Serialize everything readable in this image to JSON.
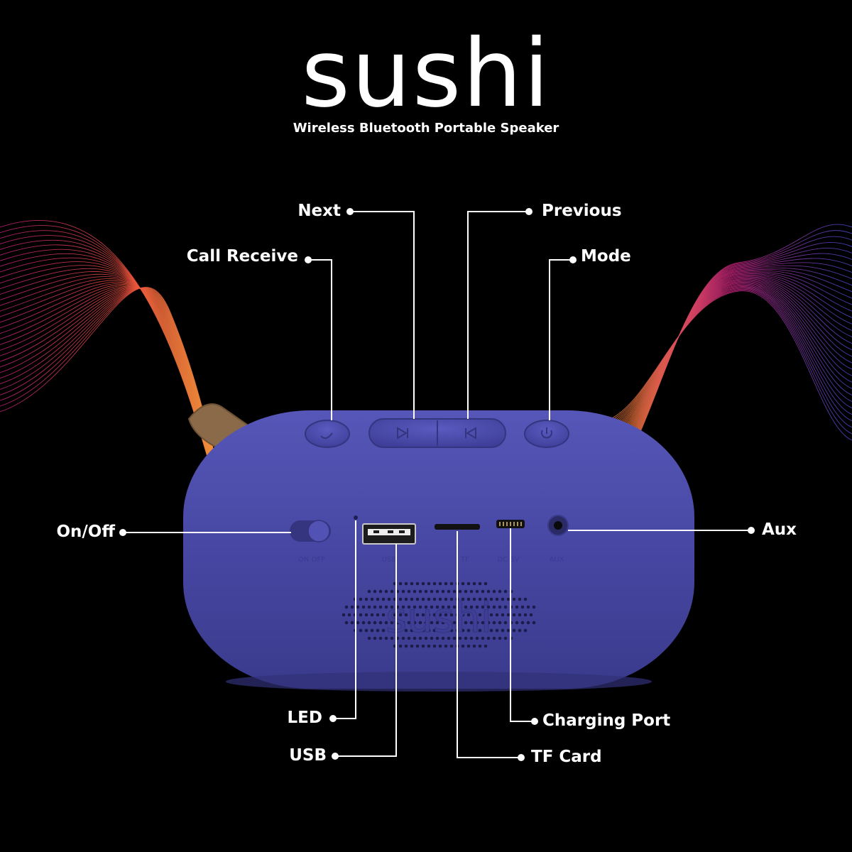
{
  "brand": {
    "logo": "sushi",
    "tagline": "Wireless Bluetooth Portable Speaker"
  },
  "callouts": {
    "next": "Next",
    "previous": "Previous",
    "call_receive": "Call Receive",
    "mode": "Mode",
    "on_off": "On/Off",
    "aux": "Aux",
    "led": "LED",
    "usb": "USB",
    "charging_port": "Charging Port",
    "tf_card": "TF Card"
  },
  "speaker": {
    "port_labels": {
      "on_off": "ON OFF",
      "usb": "USB",
      "tf": "TF",
      "dc": "DC 5V",
      "aux": "AUX"
    },
    "grille_logo": "sushi",
    "body_color": "#4a4aa6",
    "strap_color": "#8a6a48"
  },
  "colors": {
    "background": "#000000",
    "text": "#ffffff",
    "wave_warm": "#f28a2e",
    "wave_magenta": "#c4237a",
    "wave_blue": "#4a4ad0"
  }
}
